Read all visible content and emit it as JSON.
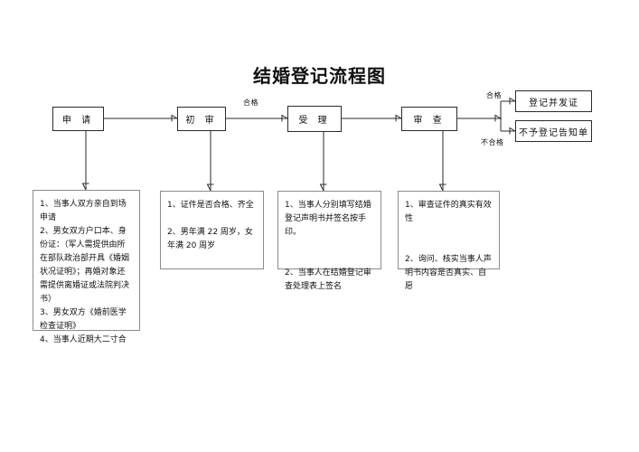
{
  "document": {
    "title": "结婚登记流程图"
  },
  "flow": {
    "nodes": [
      {
        "id": "apply",
        "label": "申 请"
      },
      {
        "id": "first_review",
        "label": "初 审"
      },
      {
        "id": "accept",
        "label": "受 理"
      },
      {
        "id": "examine",
        "label": "审 查"
      }
    ],
    "outcomes": [
      {
        "id": "issue_certificate",
        "label": "登记并发证"
      },
      {
        "id": "refusal_notice",
        "label": "不予登记告知单"
      }
    ],
    "edge_labels": [
      {
        "id": "qualified-mid",
        "label": "合格"
      },
      {
        "id": "qualified-branch",
        "label": "合格"
      },
      {
        "id": "unqualified-branch",
        "label": "不合格"
      }
    ]
  },
  "details": [
    {
      "id": "apply-details",
      "text": "1、当事人双方亲自到场申请\n2、男女双方户口本、身份证：（军人需提供由所在部队政治部开具《婚姻状况证明》；再婚对象还需提供离婚证或法院判决书）\n3、男女双方《婚前医学检查证明》\n4、当事人近期大二寸合"
    },
    {
      "id": "first-review-details",
      "text": "1、证件是否合格、齐全\n\n2、男年满 22 周岁，女年满 20 周岁"
    },
    {
      "id": "accept-details",
      "text": "1、当事人分别填写结婚登记声明书并签名按手印。\n\n\n2、当事人在结婚登记审查处理表上签名"
    },
    {
      "id": "examine-details",
      "text": "1、审查证件的真实有效性\n\n\n2、询问、核实当事人声明书内容是否真实、自愿"
    }
  ],
  "colors": {
    "line": "#2b2b2b",
    "detail_border": "#8c8c8c",
    "background": "#ffffff",
    "text": "#111111"
  }
}
